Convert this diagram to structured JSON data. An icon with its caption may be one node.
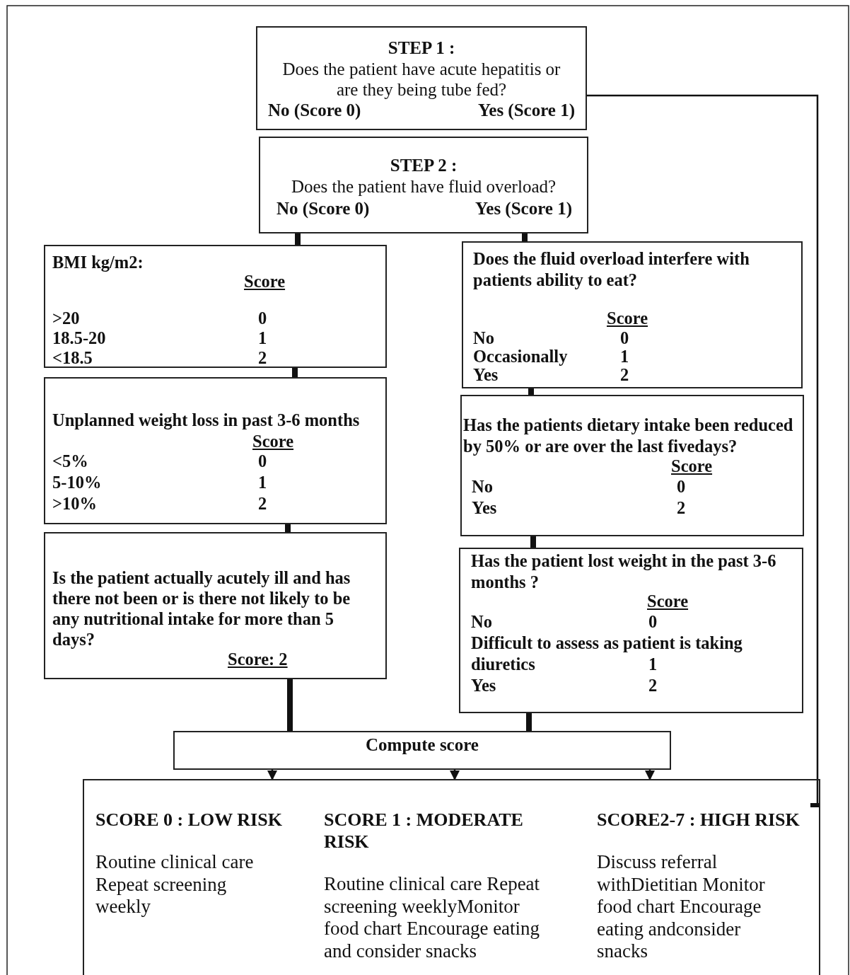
{
  "diagram": {
    "nodes": [
      {
        "text": [
          "STEP 1 :",
          "Does the patient have acute hepatitis or are they being tube fed?",
          "No (Score 0)",
          "Yes (Score 1)"
        ]
      },
      {
        "text": [
          "STEP 2 :",
          "Does the patient have fluid overload?",
          "No (Score 0)",
          "Yes (Score 1)"
        ]
      },
      {
        "text": [
          "BMI kg/m2:",
          "Score",
          ">20",
          "0",
          "18.5-20",
          "1",
          "<18.5",
          "2"
        ]
      },
      {
        "text": [
          "Unplanned weight loss in past 3-6 months",
          "Score",
          "<5%",
          "0",
          "5-10%",
          "1",
          ">10%",
          "2"
        ]
      },
      {
        "text": [
          "Is the patient actually acutely ill and has there not been or is there not likely to be any nutritional intake for more than 5 days?",
          "Score: 2"
        ]
      },
      {
        "text": [
          "Does the fluid overload interfere with patients ability to eat?",
          "Score",
          "No",
          "0",
          "Occasionally",
          "1",
          "Yes",
          "2"
        ]
      },
      {
        "text": [
          "Has the patients dietary intake been reduced by 50% or are over the last fivedays?",
          "Score",
          "No",
          "0",
          "Yes",
          "2"
        ]
      },
      {
        "text": [
          "Has the patient lost weight in the past 3-6 months ?",
          "Score",
          "No",
          "0",
          "Difficult to assess as patient is taking diuretics",
          "1",
          "Yes",
          "2"
        ]
      },
      {
        "text": [
          "Compute score"
        ]
      },
      {
        "text": [],
        "shape": "box"
      },
      {
        "text": [
          "SCORE 0 : LOW RISK",
          "Routine clinical care Repeat screening weekly"
        ],
        "in": 9
      },
      {
        "text": [
          "SCORE 1 : MODERATE RISK",
          "Routine clinical care Repeat screening weeklyMonitor food chart Encourage eating and consider snacks"
        ],
        "in": 9
      },
      {
        "text": [
          "SCORE2-7 : HIGH RISK",
          "Discuss referral withDietitian Monitor food chart Encourage eating andconsider snacks"
        ],
        "in": 9
      }
    ],
    "edges": [
      {
        "from": 1,
        "to": 2,
        "arrow": "none"
      },
      {
        "from": 1,
        "to": 5,
        "arrow": "none"
      },
      {
        "from": 2,
        "to": 3,
        "arrow": "none"
      },
      {
        "from": 3,
        "to": 4,
        "arrow": "none"
      },
      {
        "from": 4,
        "to": 8,
        "arrow": "none"
      },
      {
        "from": 5,
        "to": 6,
        "arrow": "none"
      },
      {
        "from": 6,
        "to": 7,
        "arrow": "none"
      },
      {
        "from": 7,
        "to": 8,
        "arrow": "none"
      },
      {
        "from": 8,
        "to": 10,
        "arrow": "to"
      },
      {
        "from": 8,
        "to": 11,
        "arrow": "to"
      },
      {
        "from": 8,
        "to": 12,
        "arrow": "to"
      },
      {
        "from": 0,
        "to": 9,
        "arrow": "none"
      }
    ]
  }
}
